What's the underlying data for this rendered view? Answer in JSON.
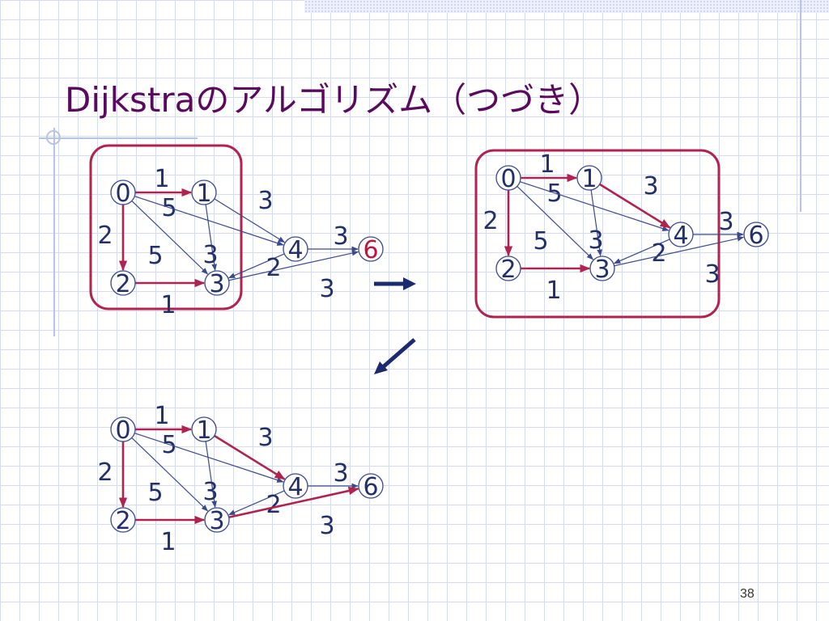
{
  "title": "Dijkstraのアルゴリズム（つづき）",
  "page_number": "38",
  "colors": {
    "highlight": "#b0234f",
    "edge": "#3a4a8c",
    "node_text": "#22306a",
    "goal": "#c0143c",
    "title": "#5a0a5e"
  },
  "graph": {
    "nodes": [
      "0",
      "1",
      "2",
      "3",
      "4",
      "6"
    ],
    "edges": [
      {
        "from": "0",
        "to": "1",
        "weight": "1"
      },
      {
        "from": "0",
        "to": "2",
        "weight": "2"
      },
      {
        "from": "0",
        "to": "3",
        "weight": "5"
      },
      {
        "from": "0",
        "to": "4",
        "weight": "5"
      },
      {
        "from": "1",
        "to": "3",
        "weight": "3"
      },
      {
        "from": "1",
        "to": "4",
        "weight": "3"
      },
      {
        "from": "2",
        "to": "3",
        "weight": "1"
      },
      {
        "from": "4",
        "to": "3",
        "weight": "2"
      },
      {
        "from": "4",
        "to": "6",
        "weight": "3"
      },
      {
        "from": "3",
        "to": "6",
        "weight": "3"
      }
    ]
  },
  "panels": [
    {
      "id": "step-a",
      "highlighted_edges": [
        "0-1",
        "0-2",
        "2-3"
      ],
      "selected_nodes": [
        "0",
        "1",
        "2",
        "3"
      ],
      "goal_highlight": true
    },
    {
      "id": "step-b",
      "highlighted_edges": [
        "0-1",
        "0-2",
        "2-3",
        "1-4"
      ],
      "selected_nodes": [
        "0",
        "1",
        "2",
        "3",
        "4"
      ],
      "goal_highlight": false
    },
    {
      "id": "step-c",
      "highlighted_edges": [
        "0-1",
        "0-2",
        "2-3",
        "1-4",
        "3-6"
      ],
      "selected_nodes": [],
      "goal_highlight": false
    }
  ],
  "icons": {
    "step_arrow_right": "right-arrow-icon",
    "step_arrow_down_left": "down-left-arrow-icon"
  }
}
